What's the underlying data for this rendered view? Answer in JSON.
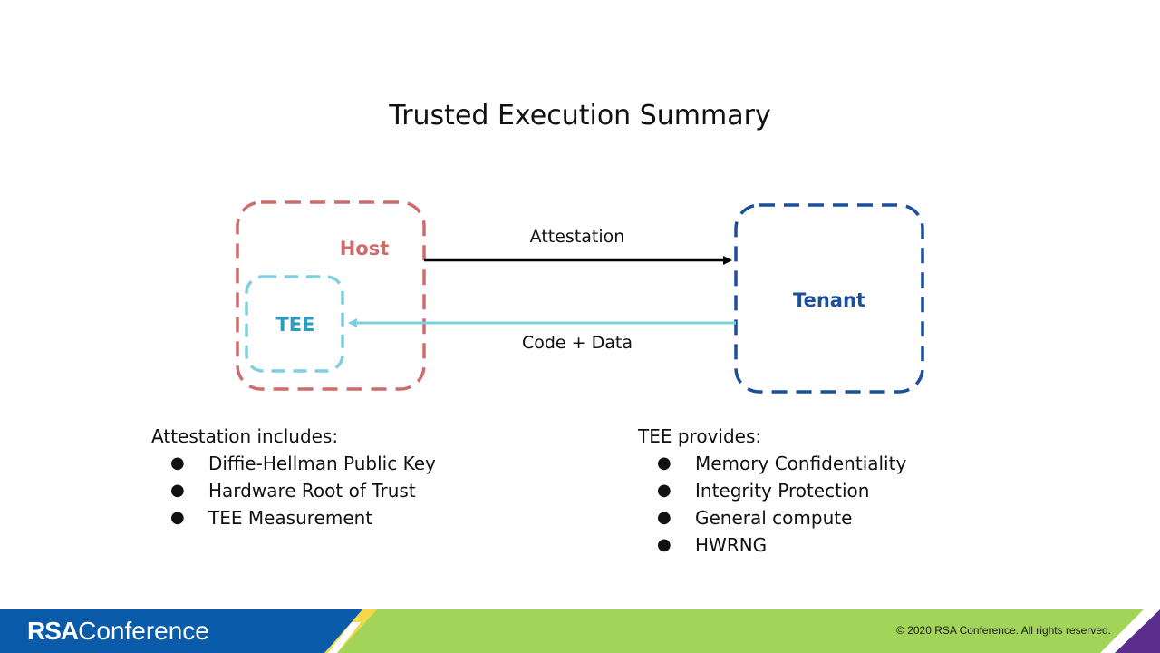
{
  "slide": {
    "title": "Trusted Execution Summary"
  },
  "diagram": {
    "host_label": "Host",
    "tee_label": "TEE",
    "tenant_label": "Tenant",
    "arrow_top_label": "Attestation",
    "arrow_bottom_label": "Code + Data",
    "colors": {
      "host": "#cf6b6b",
      "tee": "#7ecfdf",
      "tee_text": "#2a9dc4",
      "tenant": "#1a4f9c",
      "attestation_arrow": "#000000",
      "code_arrow": "#7ecfdf"
    }
  },
  "attestation_list": {
    "heading": "Attestation includes:",
    "items": [
      "Diffie-Hellman Public Key",
      "Hardware Root of Trust",
      "TEE Measurement"
    ]
  },
  "tee_list": {
    "heading": "TEE provides:",
    "items": [
      "Memory Confidentiality",
      "Integrity Protection",
      "General compute",
      "HWRNG"
    ]
  },
  "footer": {
    "logo_bold": "RSA",
    "logo_light": "Conference",
    "copyright": "© 2020 RSA Conference. All rights reserved.",
    "colors": {
      "blue": "#0a5cab",
      "green": "#a3d45a",
      "yellow": "#f4d84a",
      "purple": "#5b2d8e"
    }
  },
  "bullet_glyph": "●"
}
